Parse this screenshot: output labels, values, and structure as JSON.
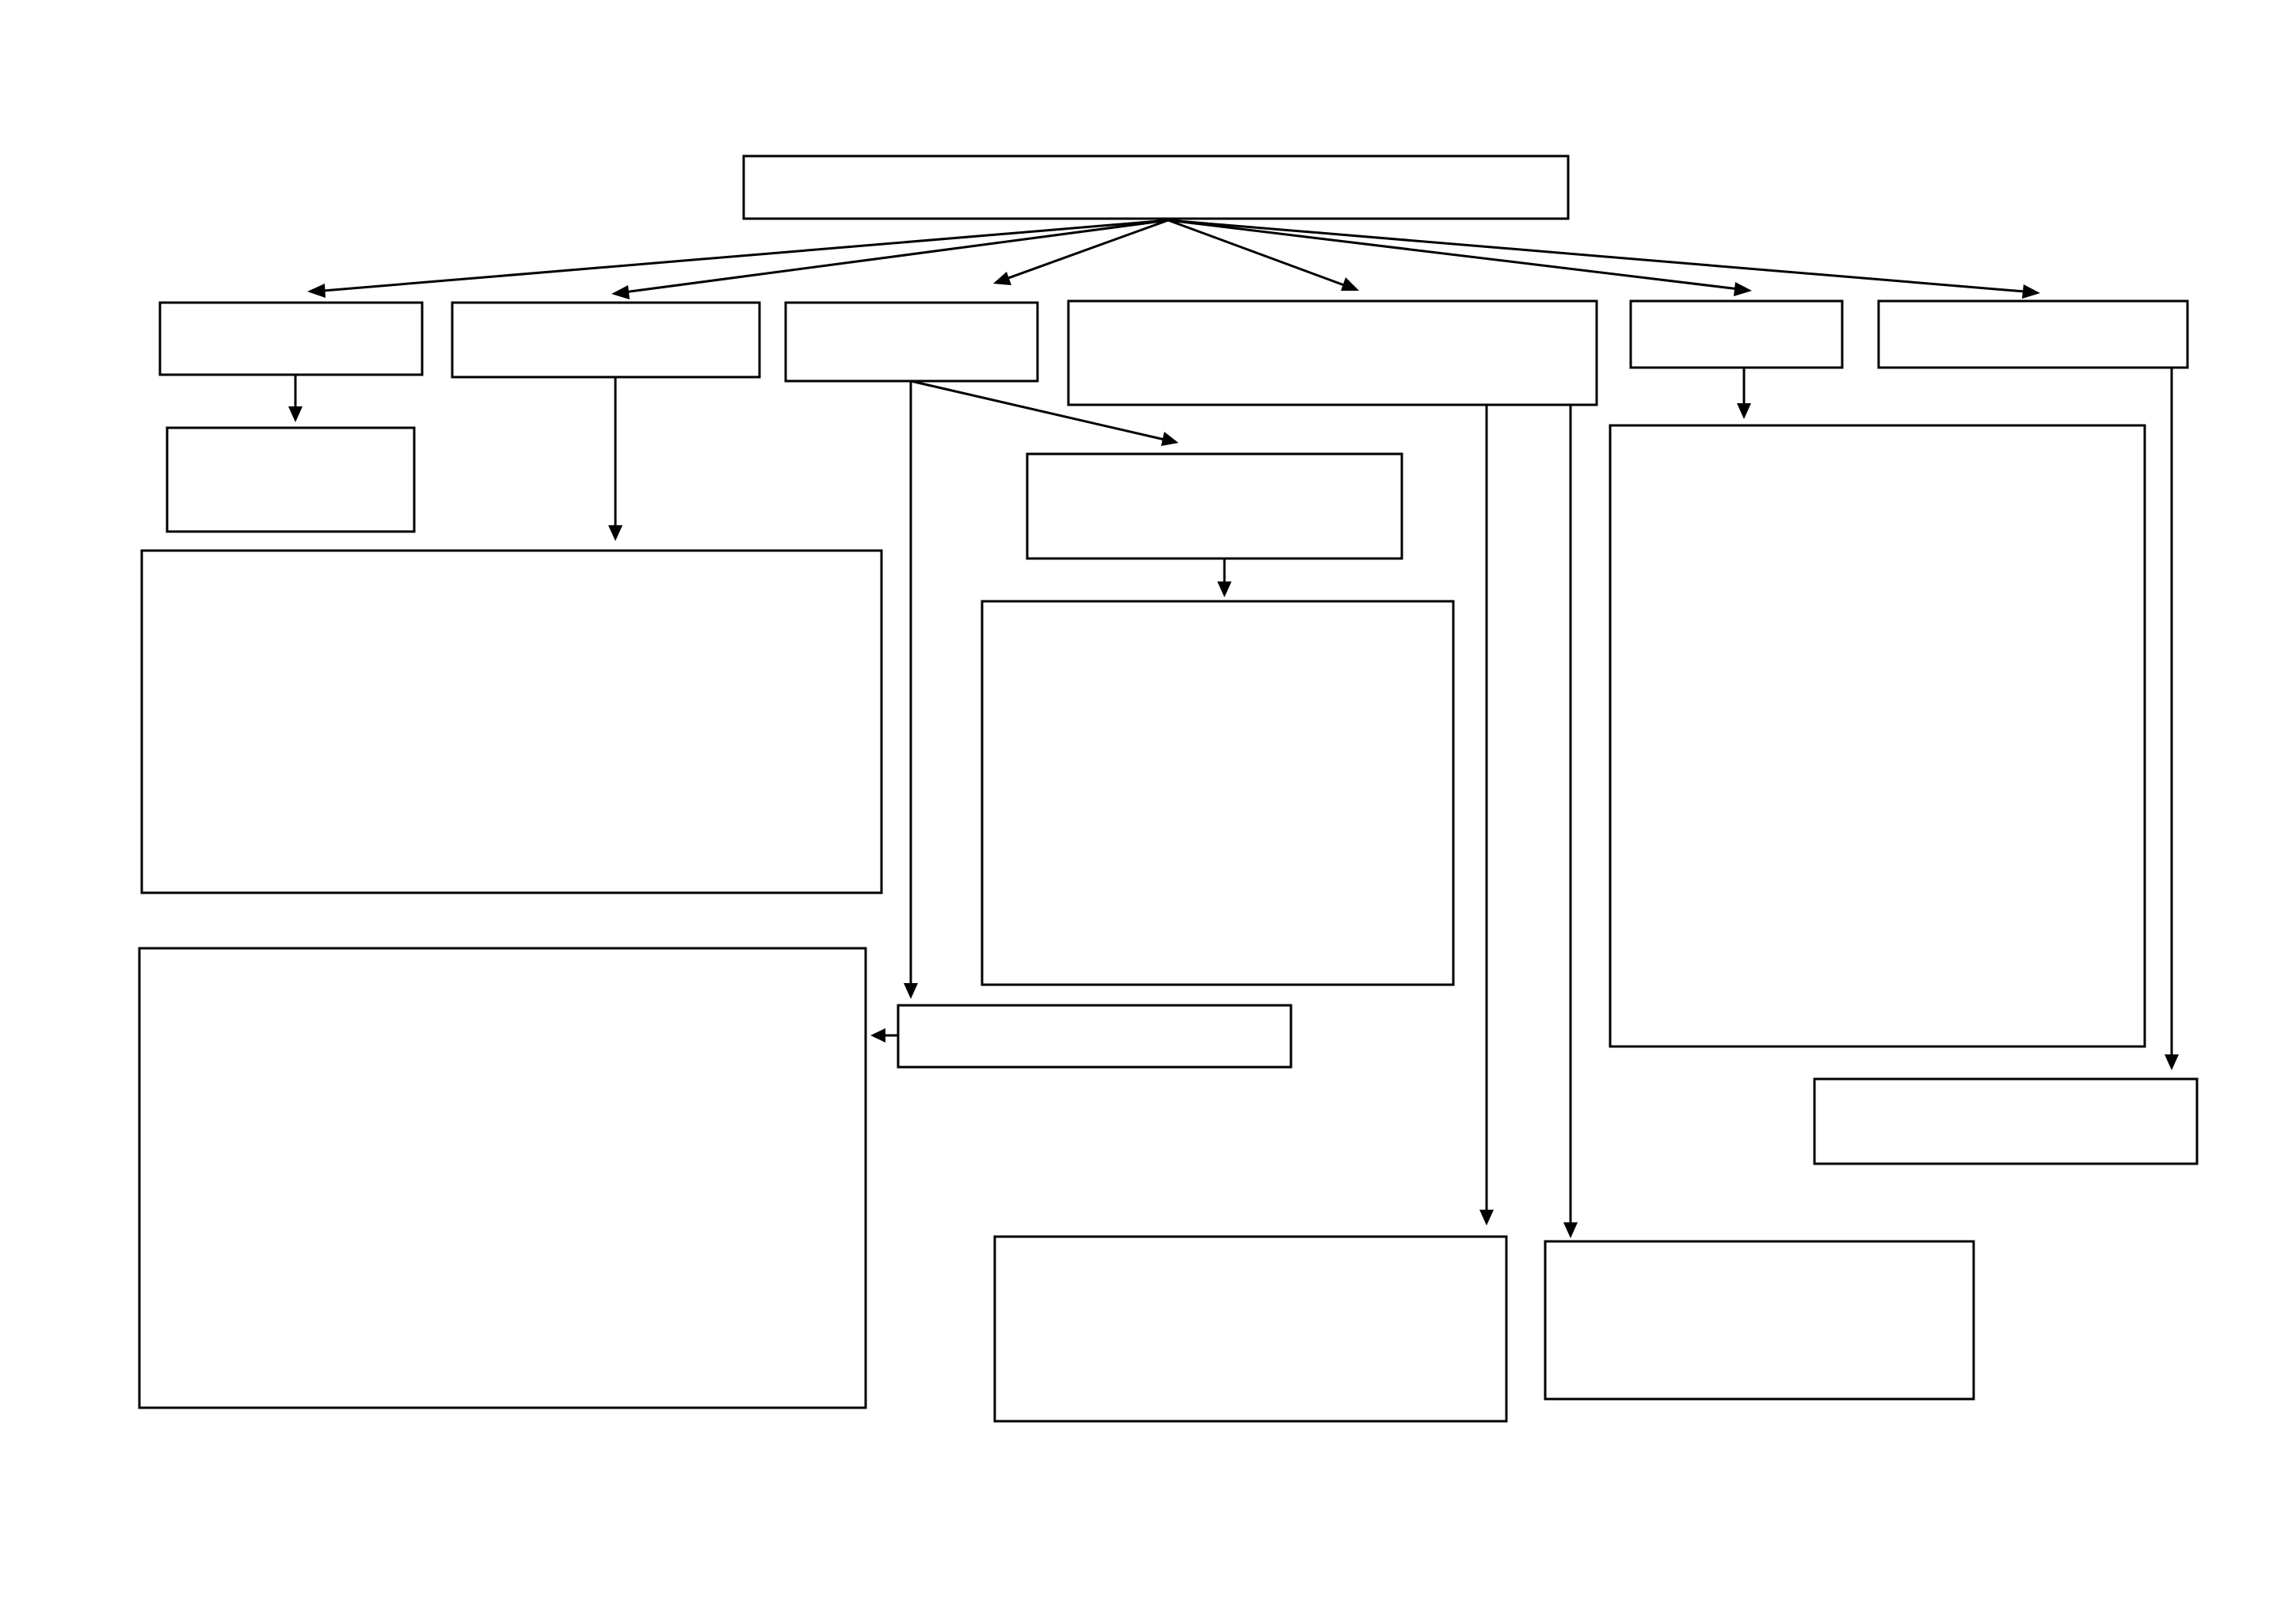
{
  "diagram": {
    "kind": "blank flowchart / concept map",
    "line_color": "#000000",
    "box_fill": "#ffffff",
    "background": "#ffffff",
    "nodes": [
      {
        "id": "root",
        "label": ""
      },
      {
        "id": "branch-1",
        "label": ""
      },
      {
        "id": "branch-2",
        "label": ""
      },
      {
        "id": "branch-3",
        "label": ""
      },
      {
        "id": "branch-4",
        "label": ""
      },
      {
        "id": "branch-5",
        "label": ""
      },
      {
        "id": "branch-6",
        "label": ""
      },
      {
        "id": "branch-1-child",
        "label": ""
      },
      {
        "id": "branch-2-child",
        "label": ""
      },
      {
        "id": "branch-3-side-child",
        "label": ""
      },
      {
        "id": "branch-3-side-grandchild",
        "label": ""
      },
      {
        "id": "branch-3-bottom-child",
        "label": ""
      },
      {
        "id": "branch-3-bottom-target",
        "label": ""
      },
      {
        "id": "branch-4-child-left",
        "label": ""
      },
      {
        "id": "branch-4-child-right",
        "label": ""
      },
      {
        "id": "branch-5-child",
        "label": ""
      },
      {
        "id": "branch-6-child",
        "label": ""
      }
    ],
    "edges": [
      {
        "from": "root",
        "to": "branch-1"
      },
      {
        "from": "root",
        "to": "branch-2"
      },
      {
        "from": "root",
        "to": "branch-3"
      },
      {
        "from": "root",
        "to": "branch-4"
      },
      {
        "from": "root",
        "to": "branch-5"
      },
      {
        "from": "root",
        "to": "branch-6"
      },
      {
        "from": "branch-1",
        "to": "branch-1-child"
      },
      {
        "from": "branch-2",
        "to": "branch-2-child"
      },
      {
        "from": "branch-3",
        "to": "branch-3-side-child"
      },
      {
        "from": "branch-3-side-child",
        "to": "branch-3-side-grandchild"
      },
      {
        "from": "branch-3",
        "to": "branch-3-bottom-child"
      },
      {
        "from": "branch-3-bottom-child",
        "to": "branch-3-bottom-target"
      },
      {
        "from": "branch-4",
        "to": "branch-4-child-left"
      },
      {
        "from": "branch-4",
        "to": "branch-4-child-right"
      },
      {
        "from": "branch-5",
        "to": "branch-5-child"
      },
      {
        "from": "branch-6",
        "to": "branch-6-child"
      }
    ]
  }
}
